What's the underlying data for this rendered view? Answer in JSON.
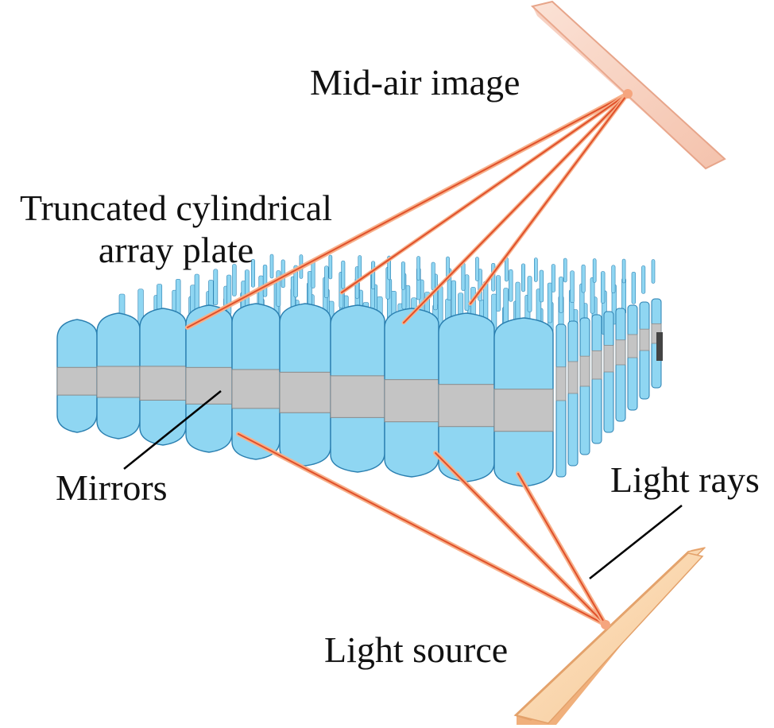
{
  "labels": {
    "mid_air_image": "Mid-air image",
    "plate_line1": "Truncated cylindrical",
    "plate_line2": "array plate",
    "mirrors": "Mirrors",
    "light_rays": "Light rays",
    "light_source": "Light source"
  },
  "colors": {
    "mirror_fill": "#8fd6f2",
    "mirror_edge": "#2a7fb0",
    "band_fill": "#c4c4c4",
    "ray": "#e0502a",
    "ray_glow": "#f7b08a",
    "image_panel": "#f9d6c6",
    "source_panel": "#fbd8ae"
  }
}
